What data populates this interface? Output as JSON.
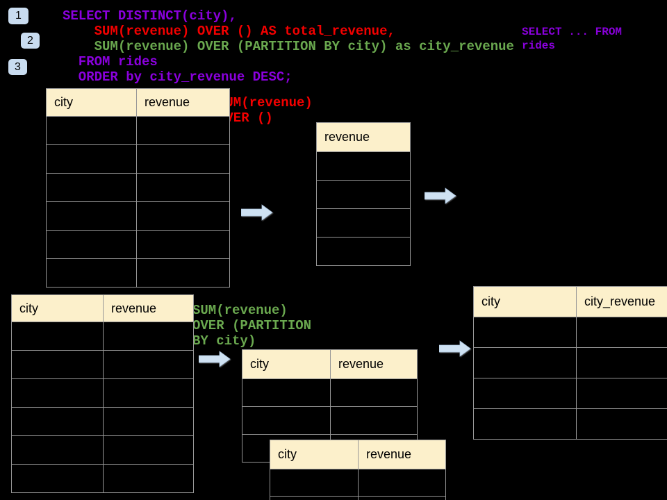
{
  "slide": {
    "background": "#000000",
    "topic": "SQL window functions over rides table"
  },
  "badges": [
    {
      "label": "1"
    },
    {
      "label": "2"
    },
    {
      "label": "3"
    }
  ],
  "sql": {
    "lines": [
      {
        "text": "SELECT DISTINCT(city),",
        "color": "purple"
      },
      {
        "text": "    SUM(revenue) OVER () AS total_revenue,",
        "color": "red"
      },
      {
        "text": "    SUM(revenue) OVER (PARTITION BY city) as city_revenue",
        "color": "green"
      },
      {
        "text": "  FROM rides",
        "color": "purple"
      },
      {
        "text": "  ORDER by city_revenue DESC;",
        "color": "purple"
      }
    ]
  },
  "side_note": {
    "color": "purple",
    "lines": [
      {
        "text": "SELECT ... FROM"
      },
      {
        "text": "rides"
      }
    ]
  },
  "labels": {
    "total": {
      "color": "red",
      "lines": [
        {
          "text": "SUM(revenue)"
        },
        {
          "text": "OVER ()"
        }
      ]
    },
    "partition": {
      "color": "green",
      "lines": [
        {
          "text": "SUM(revenue)"
        },
        {
          "text": "OVER (PARTITION"
        },
        {
          "text": "BY city)"
        }
      ]
    }
  },
  "tables": {
    "source_top": {
      "headers": [
        "city",
        "revenue"
      ],
      "rows": 6
    },
    "total_revenue": {
      "headers": [
        "revenue"
      ],
      "rows": 4
    },
    "source_bottom": {
      "headers": [
        "city",
        "revenue"
      ],
      "rows": 6
    },
    "partition_a": {
      "headers": [
        "city",
        "revenue"
      ],
      "rows": 3
    },
    "partition_b": {
      "headers": [
        "city",
        "revenue"
      ],
      "rows": 2
    },
    "result": {
      "headers": [
        "city",
        "city_revenue"
      ],
      "rows": 4
    }
  },
  "colors": {
    "purple": "#8a00dd",
    "red": "#f40000",
    "green": "#6aa84f",
    "table_header_fill": "#fcf0cb",
    "grid_line": "#979797",
    "arrow_fill": "#cfe2f3",
    "badge_fill": "#c9dcf0"
  }
}
